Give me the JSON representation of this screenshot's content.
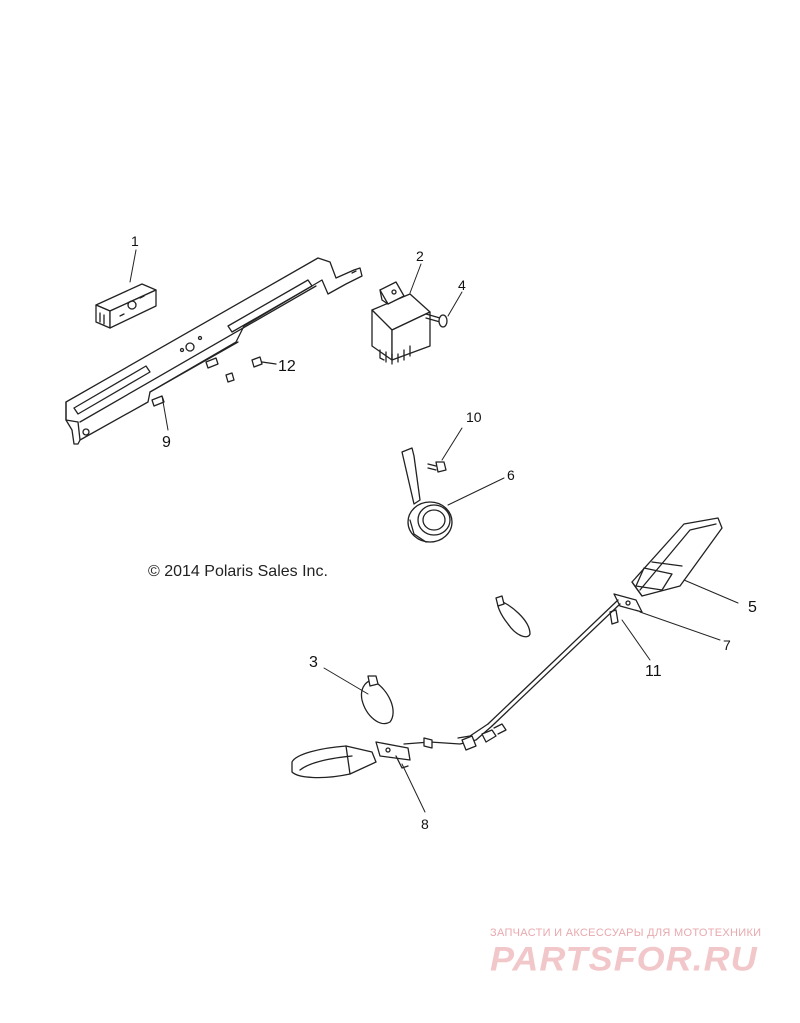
{
  "copyright": "© 2014 Polaris Sales Inc.",
  "callouts": {
    "c1": "1",
    "c2": "2",
    "c3": "3",
    "c4": "4",
    "c5": "5",
    "c6": "6",
    "c7": "7",
    "c8": "8",
    "c9": "9",
    "c10": "10",
    "c11": "11",
    "c12": "12"
  },
  "watermark": {
    "tagline": "ЗАПЧАСТИ И АКСЕССУАРЫ ДЛЯ МОТОТЕХНИКИ",
    "logo": "PARTSFOR.RU"
  },
  "colors": {
    "line": "#222222",
    "watermark": "#e8a9ae"
  }
}
